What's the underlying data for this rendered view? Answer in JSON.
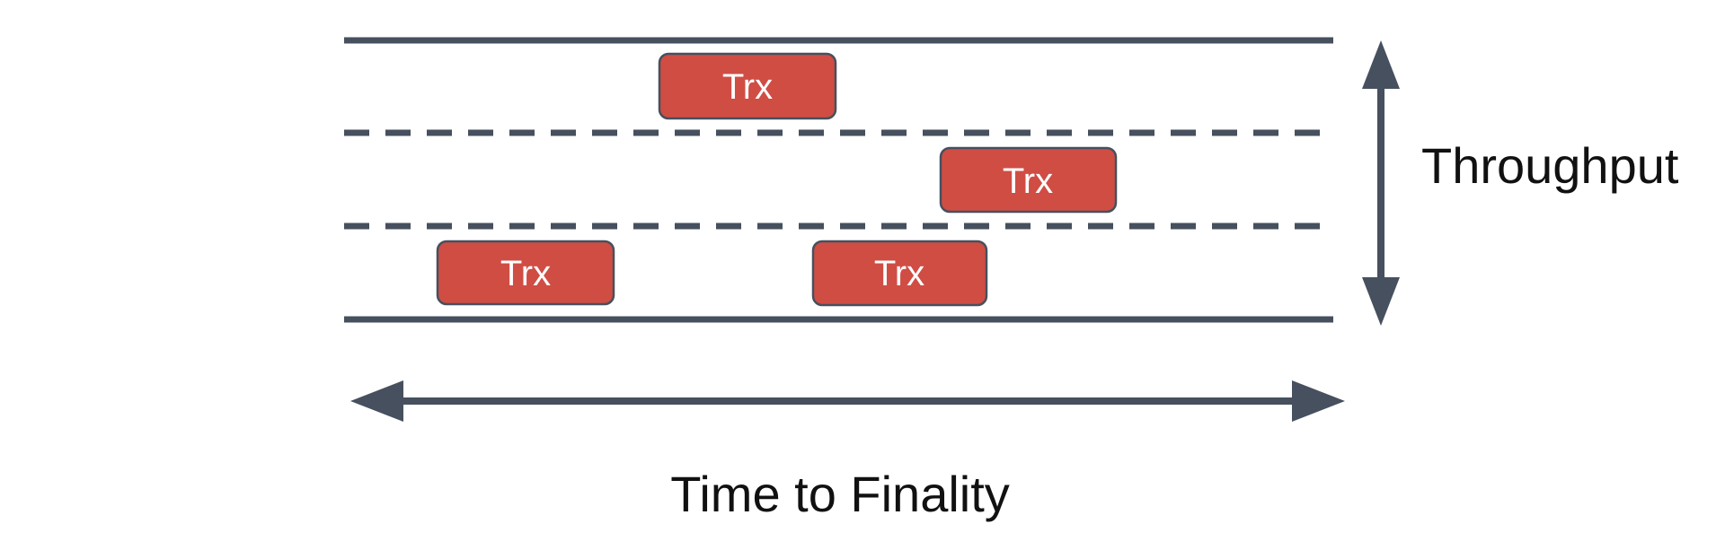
{
  "colors": {
    "line_slate": "#46505e",
    "trx_fill": "#d04d44",
    "trx_border": "#46505e",
    "trx_label_color": "#ffffff",
    "axis_label_color": "#111111",
    "background": "#ffffff"
  },
  "road": {
    "lane_count": 3,
    "outer_boundary_style": "solid",
    "lane_divider_style": "dashed"
  },
  "trx_boxes": [
    {
      "label": "Trx",
      "lane": "top"
    },
    {
      "label": "Trx",
      "lane": "middle"
    },
    {
      "label": "Trx",
      "lane": "bottom"
    },
    {
      "label": "Trx",
      "lane": "bottom"
    }
  ],
  "labels": {
    "vertical_axis": "Throughput",
    "horizontal_axis": "Time to Finality"
  }
}
